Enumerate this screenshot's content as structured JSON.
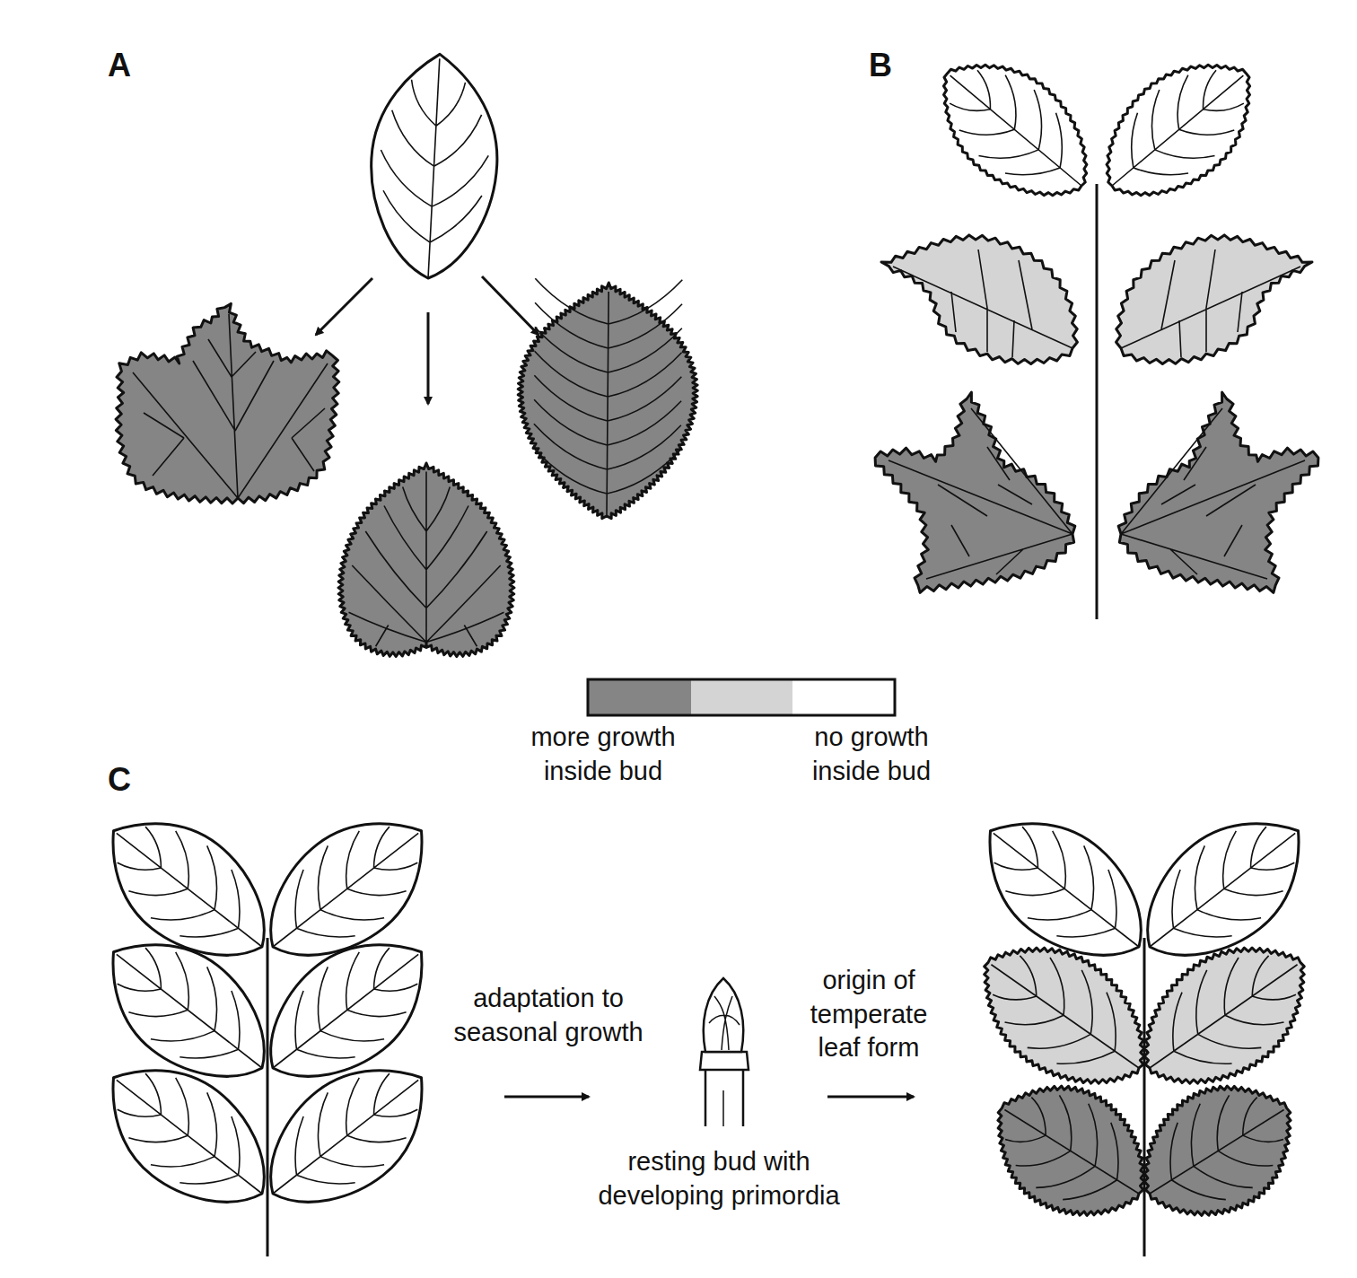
{
  "diagram": {
    "labels": [
      "A",
      "B",
      "C",
      "adaptation to seasonal growth",
      "origin of temperate leaf form",
      "resting bud with developing primordia"
    ],
    "legend": [
      {
        "text": "more growth inside bud",
        "color": "#858585"
      },
      {
        "text": "no growth inside bud",
        "color": "#ffffff"
      }
    ]
  }
}
